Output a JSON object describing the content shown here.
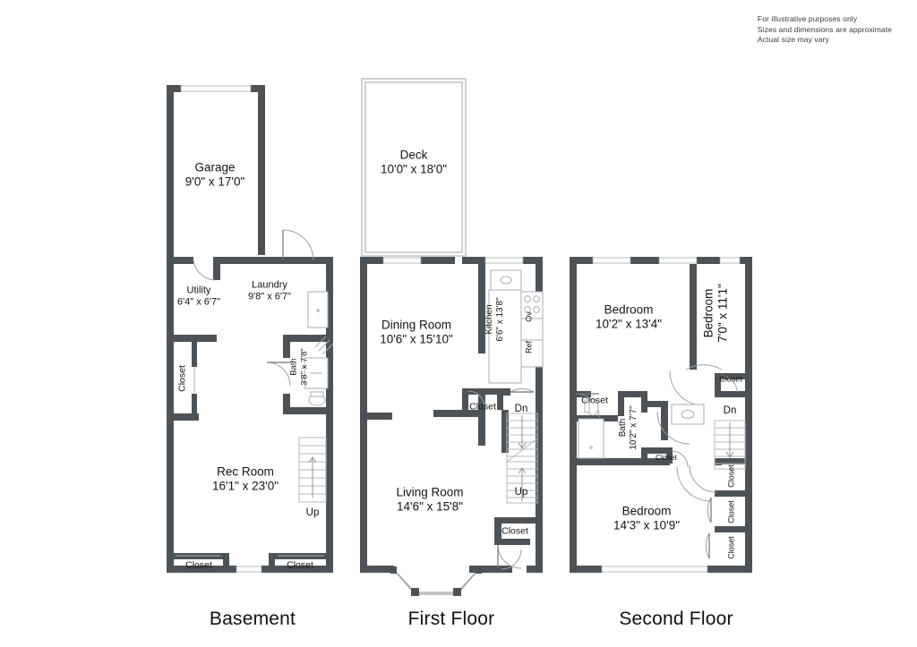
{
  "disclaimer": {
    "line1": "For illustrative purposes only",
    "line2": "Sizes and dimensions are approximate",
    "line3": "Actual size may vary"
  },
  "colors": {
    "wall": "#4d5257",
    "wall_thin": "#6e7479",
    "fixture_stroke": "#a8aeb3",
    "text": "#141414",
    "background": "#ffffff"
  },
  "floors": [
    {
      "id": "basement",
      "title": "Basement",
      "rooms": [
        {
          "name": "Garage",
          "dimensions": "9'0\" x 17'0\""
        },
        {
          "name": "Utility",
          "dimensions": "6'4\" x 6'7\""
        },
        {
          "name": "Laundry",
          "dimensions": "9'8\" x 6'7\""
        },
        {
          "name": "Bath",
          "dimensions": "3'8\" x 7'8\""
        },
        {
          "name": "Rec Room",
          "dimensions": "16'1\" x 23'0\""
        }
      ],
      "closets": [
        "Closet",
        "Closet",
        "Closet"
      ],
      "stairs": [
        {
          "label": "Up",
          "direction": "up"
        }
      ]
    },
    {
      "id": "first-floor",
      "title": "First Floor",
      "rooms": [
        {
          "name": "Deck",
          "dimensions": "10'0\" x 18'0\""
        },
        {
          "name": "Dining Room",
          "dimensions": "10'6\" x 15'10\""
        },
        {
          "name": "Kitchen",
          "dimensions": "6'6\" x 13'8\""
        },
        {
          "name": "Living Room",
          "dimensions": "14'6\" x 15'8\""
        }
      ],
      "closets": [
        "Closet",
        "Closet"
      ],
      "appliances": [
        "Ov",
        "Ref"
      ],
      "stairs": [
        {
          "label": "Dn",
          "direction": "down"
        },
        {
          "label": "Up",
          "direction": "up"
        }
      ]
    },
    {
      "id": "second-floor",
      "title": "Second Floor",
      "rooms": [
        {
          "name": "Bedroom",
          "dimensions": "10'2\" x 13'4\""
        },
        {
          "name": "Bedroom",
          "dimensions": "7'0\" x 11'1\""
        },
        {
          "name": "Bath",
          "dimensions": "10'2\" x 7'7\""
        },
        {
          "name": "Bedroom",
          "dimensions": "14'3\" x 10'9\""
        }
      ],
      "closets": [
        "Closet",
        "Closet",
        "Closet",
        "Closet",
        "Closet",
        "Closet"
      ],
      "stairs": [
        {
          "label": "Dn",
          "direction": "down"
        }
      ]
    }
  ],
  "labels": {
    "basement": {
      "garage_name": "Garage",
      "garage_dim": "9'0\" x 17'0\"",
      "utility_name": "Utility",
      "utility_dim": "6'4\" x 6'7\"",
      "laundry_name": "Laundry",
      "laundry_dim": "9'8\" x 6'7\"",
      "bath_name": "Bath",
      "bath_dim": "3'8\" x 7'8\"",
      "rec_name": "Rec Room",
      "rec_dim": "16'1\" x 23'0\"",
      "closet_left": "Closet",
      "closet_bottom_left": "Closet",
      "closet_bottom_right": "Closet",
      "stair_up": "Up",
      "title": "Basement"
    },
    "first": {
      "deck_name": "Deck",
      "deck_dim": "10'0\" x 18'0\"",
      "dining_name": "Dining Room",
      "dining_dim": "10'6\" x 15'10\"",
      "kitchen_name": "Kitchen",
      "kitchen_dim": "6'6\" x 13'8\"",
      "oven": "Ov",
      "fridge": "Ref",
      "living_name": "Living Room",
      "living_dim": "14'6\" x 15'8\"",
      "closet_mid": "Closet",
      "closet_low": "Closet",
      "stair_dn": "Dn",
      "stair_up": "Up",
      "title": "First Floor"
    },
    "second": {
      "bedroom1_name": "Bedroom",
      "bedroom1_dim": "10'2\" x 13'4\"",
      "bedroom2_name": "Bedroom",
      "bedroom2_dim": "7'0\" x 11'1\"",
      "bath_name": "Bath",
      "bath_dim": "10'2\" x 7'7\"",
      "bedroom3_name": "Bedroom",
      "bedroom3_dim": "14'3\" x 10'9\"",
      "closet_left": "Closet",
      "closet_upper_right": "Closet",
      "closet_mid_small": "Closet",
      "closet_r1": "Closet",
      "closet_r2": "Closet",
      "closet_r3": "Closet",
      "stair_dn": "Dn",
      "title": "Second Floor"
    }
  }
}
